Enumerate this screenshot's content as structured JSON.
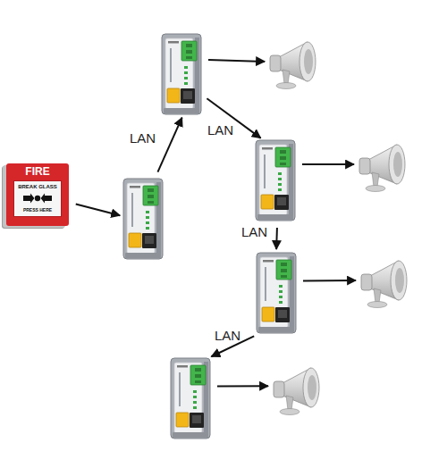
{
  "diagram": {
    "nodes": [
      {
        "text": [
          "FIRE",
          "BREAK GLASS",
          "PRESS HERE"
        ]
      },
      {
        "text": []
      },
      {
        "text": []
      },
      {
        "text": []
      },
      {
        "text": []
      },
      {
        "text": []
      },
      {
        "text": []
      },
      {
        "text": []
      },
      {
        "text": []
      },
      {
        "text": []
      }
    ],
    "edges": [
      {
        "from": 0,
        "to": 1,
        "arrow": "to"
      },
      {
        "from": 1,
        "to": 2,
        "arrow": "to",
        "label": "LAN"
      },
      {
        "from": 2,
        "to": 3,
        "arrow": "to"
      },
      {
        "from": 2,
        "to": 4,
        "arrow": "to",
        "label": "LAN"
      },
      {
        "from": 4,
        "to": 5,
        "arrow": "to"
      },
      {
        "from": 4,
        "to": 6,
        "arrow": "to",
        "label": "LAN"
      },
      {
        "from": 6,
        "to": 7,
        "arrow": "to"
      },
      {
        "from": 6,
        "to": 8,
        "arrow": "to",
        "label": "LAN"
      },
      {
        "from": 8,
        "to": 9,
        "arrow": "to"
      }
    ]
  }
}
